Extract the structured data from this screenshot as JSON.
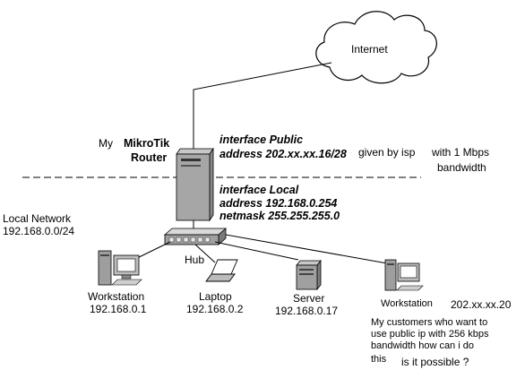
{
  "labels": {
    "internet": "Internet",
    "hub": "Hub"
  },
  "router": {
    "owner": "My",
    "brand": "MikroTik",
    "type": "Router"
  },
  "interfaces": {
    "public": {
      "name": "interface Public",
      "address": "address 202.xx.xx.16/28"
    },
    "local": {
      "name": "interface Local",
      "address": "address 192.168.0.254",
      "netmask": "netmask 255.255.255.0"
    }
  },
  "notes": {
    "given_by": "given by isp",
    "with_bandwidth": "with 1 Mbps",
    "bandwidth_word": "bandwidth"
  },
  "local_network": {
    "title": "Local Network",
    "subnet": "192.168.0.0/24"
  },
  "hosts": [
    {
      "name": "Workstation",
      "ip": "192.168.0.1",
      "icon": "workstation-icon"
    },
    {
      "name": "Laptop",
      "ip": "192.168.0.2",
      "icon": "laptop-icon"
    },
    {
      "name": "Server",
      "ip": "192.168.0.17",
      "icon": "server-icon"
    },
    {
      "name": "Workstation",
      "ip": "202.xx.xx.20",
      "icon": "workstation-icon"
    }
  ],
  "question": [
    "My customers who want to",
    "use public ip with 256 kbps",
    "bandwidth how can i do",
    "this",
    "is it possible ?"
  ]
}
